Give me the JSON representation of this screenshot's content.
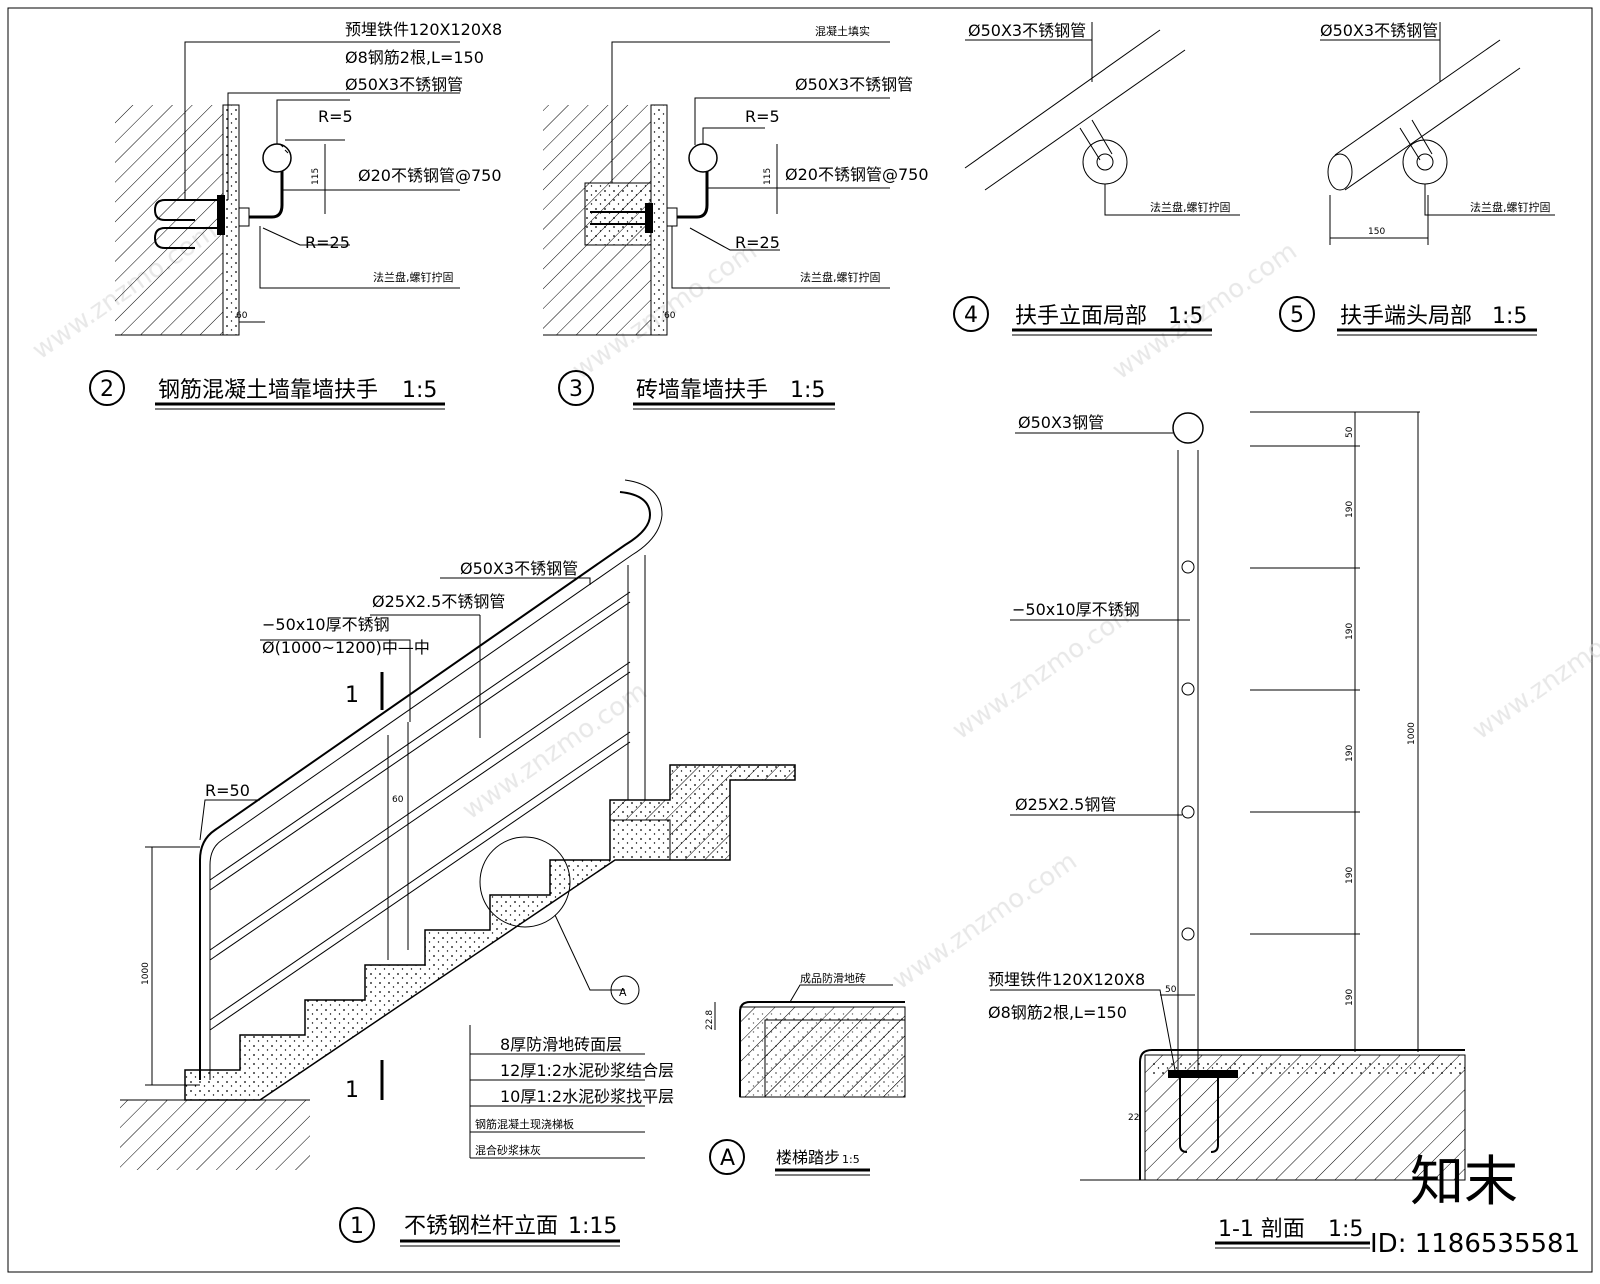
{
  "titles": {
    "d1": {
      "num": "1",
      "name": "不锈钢栏杆立面",
      "scale": "1:15"
    },
    "d2": {
      "num": "2",
      "name": "钢筋混凝土墙靠墙扶手",
      "scale": "1:5"
    },
    "d3": {
      "num": "3",
      "name": "砖墙靠墙扶手",
      "scale": "1:5"
    },
    "d4": {
      "num": "4",
      "name": "扶手立面局部",
      "scale": "1:5"
    },
    "d5": {
      "num": "5",
      "name": "扶手端头局部",
      "scale": "1:5"
    },
    "dA": {
      "num": "A",
      "name": "楼梯踏步",
      "scale": "1:5"
    },
    "d11": {
      "name": "1-1 剖面",
      "scale": "1:5"
    }
  },
  "d2": {
    "embed": "预埋铁件120X120X8",
    "anchor": "Ø8钢筋2根,L=150",
    "tube": "Ø50X3不锈钢管",
    "r5": "R=5",
    "bracket": "Ø20不锈钢管@750",
    "r25": "R=25",
    "flange": "法兰盘,螺钉拧固",
    "dim115": "115",
    "dim60": "60"
  },
  "d3": {
    "fill": "混凝土填实",
    "tube": "Ø50X3不锈钢管",
    "r5": "R=5",
    "bracket": "Ø20不锈钢管@750",
    "r25": "R=25",
    "flange": "法兰盘,螺钉拧固",
    "dim115": "115",
    "dim60": "60"
  },
  "d4": {
    "tube": "Ø50X3不锈钢管",
    "flange": "法兰盘,螺钉拧固"
  },
  "d5": {
    "tube": "Ø50X3不锈钢管",
    "flange": "法兰盘,螺钉拧固",
    "dim150": "150"
  },
  "d1": {
    "tube": "Ø50X3不锈钢管",
    "post": "Ø25X2.5不锈钢管",
    "bar": "−50x10厚不锈钢",
    "spacing": "Ø(1000~1200)中—中",
    "r50": "R=50",
    "dim1000": "1000",
    "dim60": "60",
    "cut": "1",
    "callout": "A",
    "layers": [
      "8厚防滑地砖面层",
      "12厚1:2水泥砂浆结合层",
      "10厚1:2水泥砂浆找平层",
      "钢筋混凝土现浇梯板",
      "混合砂浆抹灰"
    ]
  },
  "dA": {
    "strip": "成品防滑地砖",
    "dim": "22.8"
  },
  "d11": {
    "tube": "Ø50X3钢管",
    "bar": "−50x10厚不锈钢",
    "post": "Ø25X2.5钢管",
    "embed": "预埋铁件120X120X8",
    "anchor": "Ø8钢筋2根,L=150",
    "dim50top": "50",
    "dim190": [
      "190",
      "190",
      "190",
      "190",
      "190"
    ],
    "dim1000": "1000",
    "dim50": "50",
    "dim22": "22"
  },
  "brand": {
    "logo": "知末",
    "id": "ID: 1186535581"
  }
}
